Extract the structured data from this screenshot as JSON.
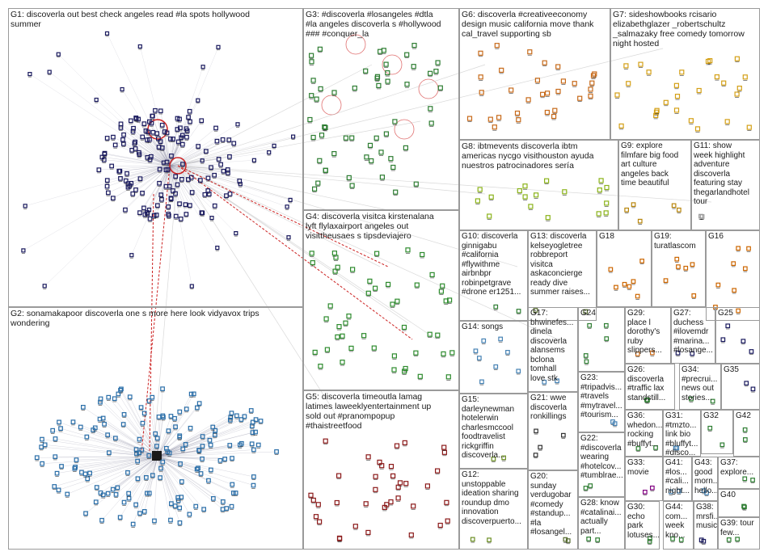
{
  "groups": [
    {
      "id": "G1",
      "label": "G1: discoverla out best check angeles read #la spots hollywood\nsummer",
      "color": "#1a1a5e"
    },
    {
      "id": "G2",
      "label": "G2: sonamakapoor discoverla one s more here look vidyavox trips\nwondering",
      "color": "#2a6ea8"
    },
    {
      "id": "G3",
      "label": "G3: #discoverla #losangeles #dtla\n#la angeles discoverla s #hollywood\n### #conquer_la",
      "color": "#2e7d32"
    },
    {
      "id": "G4",
      "label": "G4: discoverla visitca kirstenalana\nlyft flylaxairport angeles out\nvisittheusaes s tipsdeviajero",
      "color": "#2e8b2e"
    },
    {
      "id": "G5",
      "label": "G5: discoverla timeoutla lamag\nlatimes laweeklyentertainment up\nsold out #pranompopup\n#thaistreetfood",
      "color": "#8b1a1a"
    },
    {
      "id": "G6",
      "label": "G6: discoverla #creativeeconomy\ndesign music california move thank\ncal_travel supporting sb",
      "color": "#c76a1a"
    },
    {
      "id": "G7",
      "label": "G7: sideshowbooks rcisario\nelizabethglazer _robertschultz\n_salmazaky free comedy tomorrow\nnight hosted",
      "color": "#d4a017"
    },
    {
      "id": "G8",
      "label": "G8: ibtmevents discoverla ibtm\namericas nycgo visithouston ayuda\nnuestros patrocinadores sería",
      "color": "#8bb31a"
    },
    {
      "id": "G9",
      "label": "G9: explore\nfilmfare big food\nart culture\nangeles back\ntime beautiful",
      "color": "#b8860b"
    },
    {
      "id": "G10",
      "label": "G10: discoverla\nginnigabu\n#california\n#flywithme\nairbnbpr\nrobinpetgrave\n#drone er1251...",
      "color": "#2e7d32"
    },
    {
      "id": "G11",
      "label": "G11: show\nweek highlight\nadventure\ndiscoverla\nfeaturing stay\nthegarlandhotel\ntour",
      "color": "#999999"
    },
    {
      "id": "G12",
      "label": "G12:\nunstoppable\nideation sharing\nroundup dmo\ninnovation\ndiscoverpuerto...",
      "color": "#6b8e23"
    },
    {
      "id": "G13",
      "label": "G13: discoverla\nkelseyogletree\nrobbreport\nvisitca\naskaconcierge\nready dive\nsummer raises...",
      "color": "#556b2f"
    },
    {
      "id": "G14",
      "label": "G14: songs",
      "color": "#4682b4"
    },
    {
      "id": "G15",
      "label": "G15:\ndarleynewman\nhotelerwin\ncharlesmccool\nfoodtravelist\nrickgriffin\ndiscoverla...",
      "color": "#6b8e23"
    },
    {
      "id": "G16",
      "label": "G16",
      "color": "#cc6600"
    },
    {
      "id": "G17",
      "label": "G17:\nbhwinefes...\ndinela\ndiscoverla\nalansems\nbclona\ntomhall\nlove stk",
      "color": "#4682b4"
    },
    {
      "id": "G18",
      "label": "G18",
      "color": "#cc6600"
    },
    {
      "id": "G19",
      "label": "G19:\nturatlascom",
      "color": "#cc6600"
    },
    {
      "id": "G20",
      "label": "G20:\nsunday\nverdugobar\n#comedy\n#standup...\n#la\n#losangel...",
      "color": "#556b2f"
    },
    {
      "id": "G21",
      "label": "G21: wwe\ndiscoverla\nronkillings",
      "color": "#333333"
    },
    {
      "id": "G22",
      "label": "G22:\n#discoverla\nwearing\n#hotelcov...\n#tumblrae...",
      "color": "#2e7d32"
    },
    {
      "id": "G23",
      "label": "G23:\n#tripadvis...\n#travels\n#mytravel...\n#tourism...",
      "color": "#4682b4"
    },
    {
      "id": "G24",
      "label": "G24",
      "color": "#2e7d32"
    },
    {
      "id": "G25",
      "label": "G25",
      "color": "#1a1a5e"
    },
    {
      "id": "G26",
      "label": "G26:\ndiscoverla\n#traffic lax\nstandstill...",
      "color": "#2e7d32"
    },
    {
      "id": "G27",
      "label": "G27: duchess\n#ilovemdr\n#marina...\n#losange...",
      "color": "#1a1a5e"
    },
    {
      "id": "G28",
      "label": "G28: know\n#catalinai...\nactually\npart...",
      "color": "#2e7d32"
    },
    {
      "id": "G29",
      "label": "G29:\nplace l\ndorothy's\nruby\nslippers...",
      "color": "#c76a1a"
    },
    {
      "id": "G30",
      "label": "G30:\necho\npark\nlotuses...",
      "color": "#2e7d32"
    },
    {
      "id": "G31",
      "label": "G31: #tmzto...\nlink bio\n#bluffyt...\n#disco...",
      "color": "#4682b4"
    },
    {
      "id": "G32",
      "label": "G32",
      "color": "#2e7d32"
    },
    {
      "id": "G33",
      "label": "G33:\nmovie",
      "color": "#800080"
    },
    {
      "id": "G34",
      "label": "G34:\n#precrui...\nnews out\nstories...",
      "color": "#2e7d32"
    },
    {
      "id": "G35",
      "label": "G35",
      "color": "#1a1a5e"
    },
    {
      "id": "G36",
      "label": "G36:\nwhedon...\nrocking\n#buffyt...",
      "color": "#2e7d32"
    },
    {
      "id": "G37",
      "label": "G37:\nexplore...",
      "color": "#2e7d32"
    },
    {
      "id": "G38",
      "label": "G38:\nmrsfi...\nmusic",
      "color": "#1a1a5e"
    },
    {
      "id": "G39",
      "label": "G39: tour\nfew...",
      "color": "#2e7d32"
    },
    {
      "id": "G40",
      "label": "G40",
      "color": "#2e7d32"
    },
    {
      "id": "G41",
      "label": "G41:\n#los...\n#cali...\nnight...",
      "color": "#4682b4"
    },
    {
      "id": "G42",
      "label": "G42",
      "color": "#2e7d32"
    },
    {
      "id": "G43",
      "label": "G43:\ngood\nmorn...\nhello...",
      "color": "#4682b4"
    },
    {
      "id": "G44",
      "label": "G44:\ncom...\nweek\nkno...",
      "color": "#2e7d32"
    }
  ]
}
